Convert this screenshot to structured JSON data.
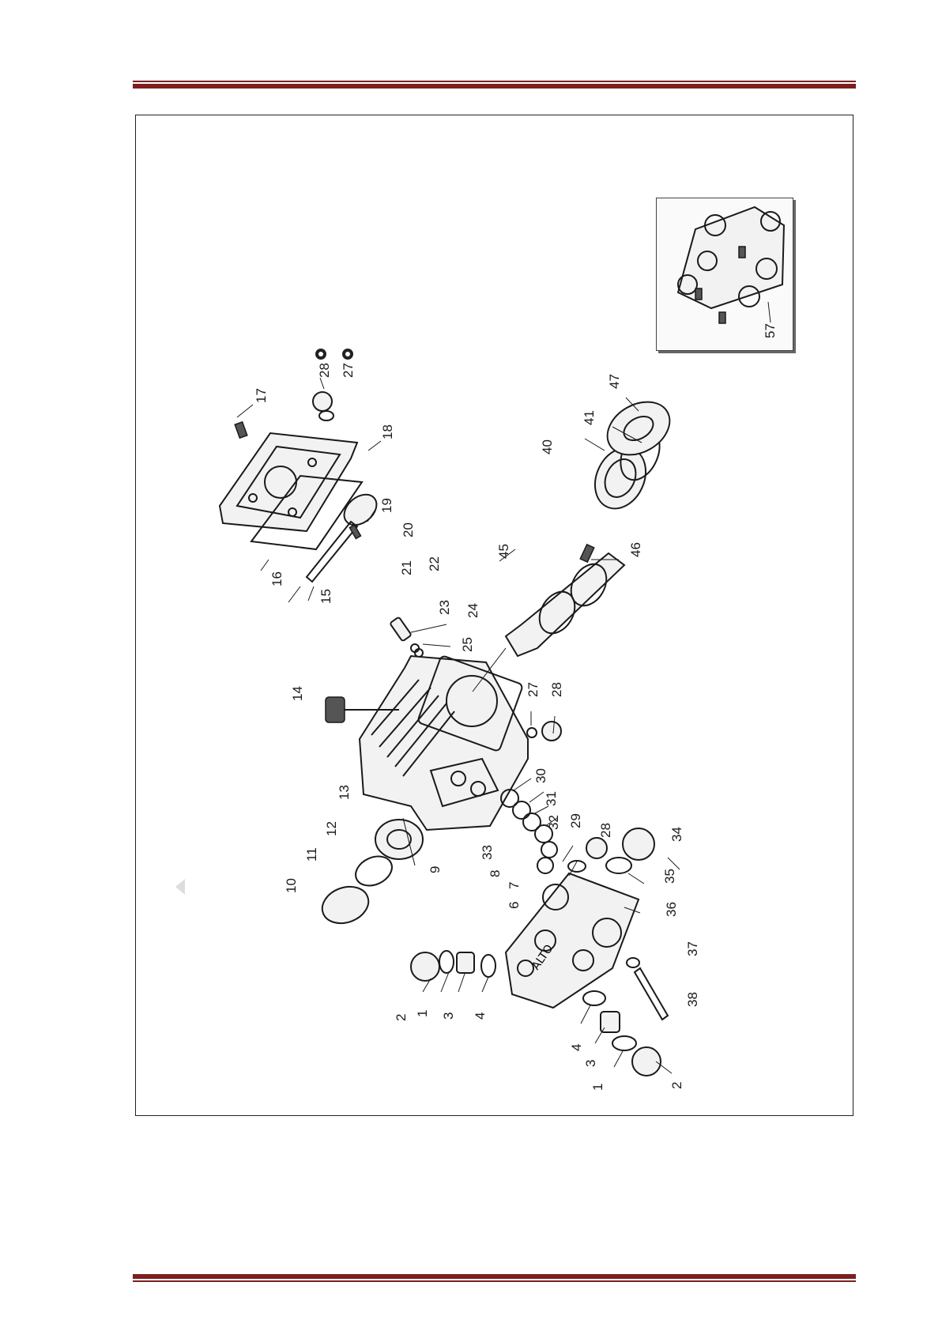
{
  "document": {
    "type": "exploded parts diagram",
    "accent_color": "#7b1f1f",
    "inset_label": "57",
    "brand_mark": "ALTO",
    "special_marker_icon": "gear-circle-icon",
    "callouts": {
      "c1a": "1",
      "c1b": "1",
      "c2a": "2",
      "c2b": "2",
      "c3a": "3",
      "c3b": "3",
      "c4a": "4",
      "c4b": "4",
      "c6": "6",
      "c7": "7",
      "c8": "8",
      "c9": "9",
      "c10": "10",
      "c11": "11",
      "c12": "12",
      "c13": "13",
      "c14": "14",
      "c15": "15",
      "c16": "16",
      "c17": "17",
      "c18": "18",
      "c19": "19",
      "c20": "20",
      "c21": "21",
      "c22": "22",
      "c23": "23",
      "c24": "24",
      "c25": "25",
      "c27a": "27",
      "c27b": "27",
      "c28a": "28",
      "c28b": "28",
      "c28c": "28",
      "c29": "29",
      "c30": "30",
      "c31": "31",
      "c32": "32",
      "c33": "33",
      "c34": "34",
      "c35": "35",
      "c36": "36",
      "c37": "37",
      "c38": "38",
      "c40": "40",
      "c41": "41",
      "c45": "45",
      "c46": "46",
      "c47": "47"
    }
  }
}
